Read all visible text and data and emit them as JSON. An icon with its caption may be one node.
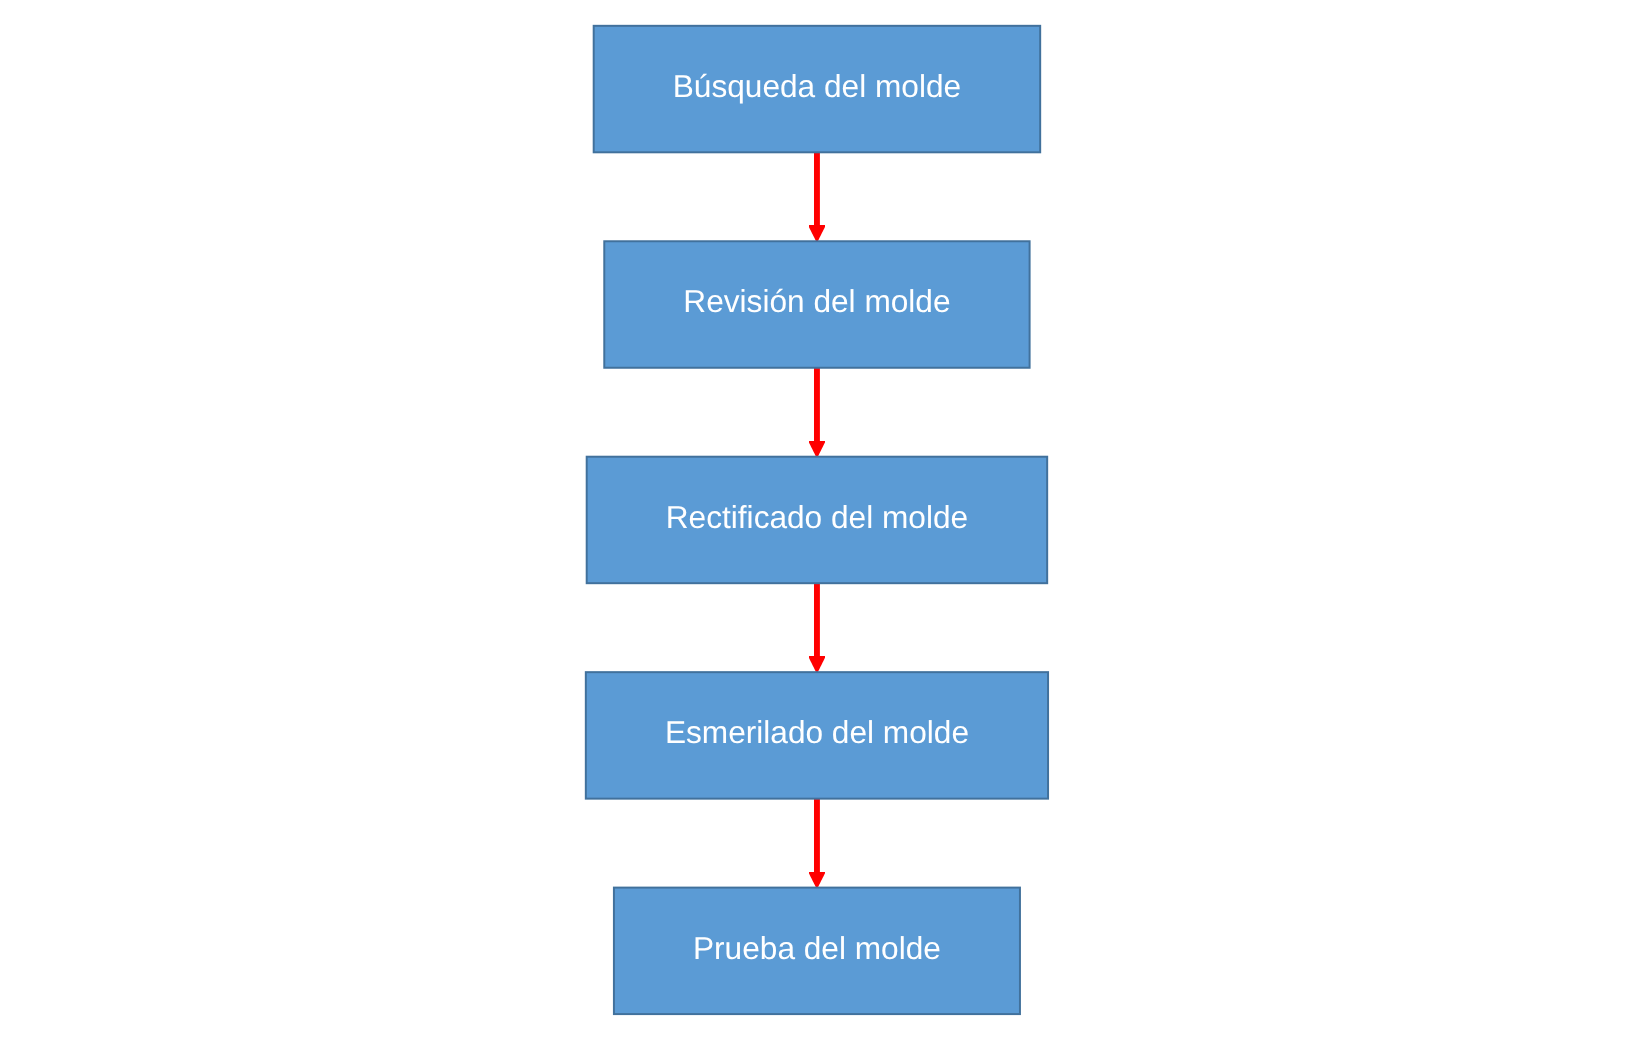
{
  "diagram": {
    "nodes": [
      {
        "text": [
          "Búsqueda del molde"
        ]
      },
      {
        "text": [
          "Revisión del molde"
        ]
      },
      {
        "text": [
          "Rectificado del molde"
        ]
      },
      {
        "text": [
          "Esmerilado del molde"
        ]
      },
      {
        "text": [
          "Prueba del molde"
        ]
      }
    ],
    "edges": [
      {
        "from": 0,
        "to": 1,
        "arrow": "to",
        "color": "#ff0000"
      },
      {
        "from": 1,
        "to": 2,
        "arrow": "to",
        "color": "#ff0000"
      },
      {
        "from": 2,
        "to": 3,
        "arrow": "to",
        "color": "#ff0000"
      },
      {
        "from": 3,
        "to": 4,
        "arrow": "to",
        "color": "#ff0000"
      }
    ]
  }
}
